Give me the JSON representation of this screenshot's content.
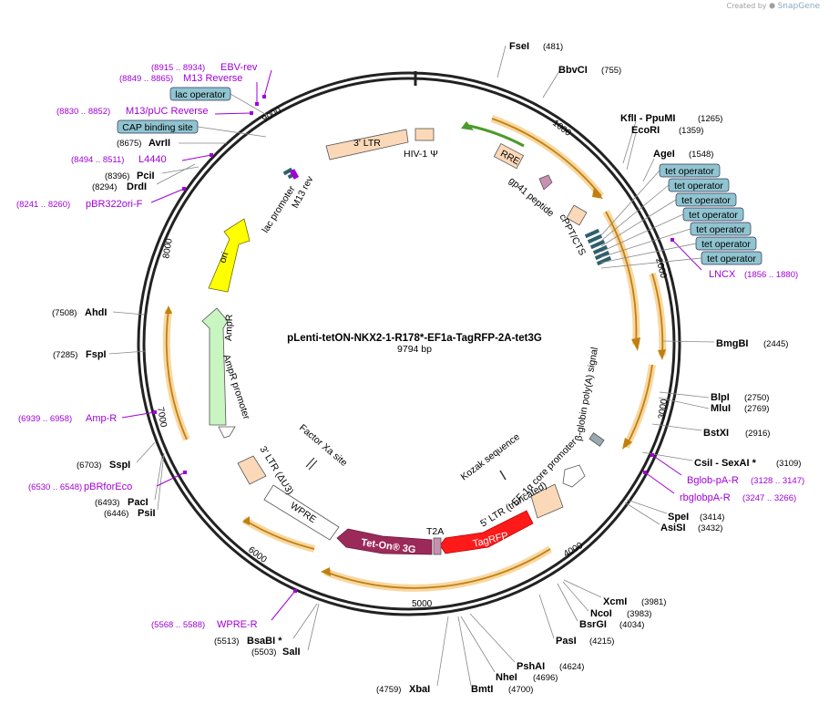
{
  "credit": {
    "prefix": "Created by",
    "brand": "SnapGene"
  },
  "plasmid": {
    "name": "pLenti-tetON-NKX2-1-R178*-EF1a-TagRFP-2A-tet3G",
    "length": "9794 bp"
  },
  "ticks": [
    "1000",
    "2000",
    "3000",
    "4000",
    "5000",
    "6000",
    "7000",
    "8000",
    "9000"
  ],
  "enzymes": [
    {
      "name": "FseI",
      "pos": "(481)"
    },
    {
      "name": "BbvCI",
      "pos": "(755)"
    },
    {
      "name": "KflI - PpuMI",
      "pos": "(1265)"
    },
    {
      "name": "EcoRI",
      "pos": "(1359)"
    },
    {
      "name": "AgeI",
      "pos": "(1548)"
    },
    {
      "name": "BmgBI",
      "pos": "(2445)"
    },
    {
      "name": "BlpI",
      "pos": "(2750)"
    },
    {
      "name": "MluI",
      "pos": "(2769)"
    },
    {
      "name": "BstXI",
      "pos": "(2916)"
    },
    {
      "name": "CsiI - SexAI *",
      "pos": "(3109)"
    },
    {
      "name": "SpeI",
      "pos": "(3414)"
    },
    {
      "name": "AsiSI",
      "pos": "(3432)"
    },
    {
      "name": "XcmI",
      "pos": "(3981)"
    },
    {
      "name": "NcoI",
      "pos": "(3983)"
    },
    {
      "name": "BsrGI",
      "pos": "(4034)"
    },
    {
      "name": "PasI",
      "pos": "(4215)"
    },
    {
      "name": "PshAI",
      "pos": "(4624)"
    },
    {
      "name": "NheI",
      "pos": "(4696)"
    },
    {
      "name": "BmtI",
      "pos": "(4700)"
    },
    {
      "name": "XbaI",
      "pos": "(4759)"
    },
    {
      "name": "BsaBI *",
      "pos": "(5513)"
    },
    {
      "name": "SalI",
      "pos": "(5503)"
    },
    {
      "name": "PacI",
      "pos": "(6493)"
    },
    {
      "name": "PsiI",
      "pos": "(6446)"
    },
    {
      "name": "SspI",
      "pos": "(6703)"
    },
    {
      "name": "FspI",
      "pos": "(7285)"
    },
    {
      "name": "AhdI",
      "pos": "(7508)"
    },
    {
      "name": "DrdI",
      "pos": "(8294)"
    },
    {
      "name": "PciI",
      "pos": "(8396)"
    },
    {
      "name": "AvrII",
      "pos": "(8675)"
    }
  ],
  "primers": [
    {
      "name": "EBV-rev",
      "range": "(8915 .. 8934)"
    },
    {
      "name": "M13 Reverse",
      "range": "(8849 .. 8865)"
    },
    {
      "name": "M13/pUC Reverse",
      "range": "(8830 .. 8852)"
    },
    {
      "name": "L4440",
      "range": "(8494 .. 8511)"
    },
    {
      "name": "pBR322ori-F",
      "range": "(8241 .. 8260)"
    },
    {
      "name": "LNCX",
      "range": "(1856 .. 1880)"
    },
    {
      "name": "Bglob-pA-R",
      "range": "(3128 .. 3147)"
    },
    {
      "name": "rbglobpA-R",
      "range": "(3247 .. 3266)"
    },
    {
      "name": "WPRE-R",
      "range": "(5568 .. 5588)"
    },
    {
      "name": "pBRforEco",
      "range": "(6530 .. 6548)"
    },
    {
      "name": "Amp-R",
      "range": "(6939 .. 6958)"
    }
  ],
  "boxed_features": {
    "outside": [
      "lac operator",
      "CAP binding site"
    ],
    "tet_operators": [
      "tet operator",
      "tet operator",
      "tet operator",
      "tet operator",
      "tet operator",
      "tet operator",
      "tet operator"
    ]
  },
  "features": {
    "ltr3": "3' LTR",
    "hiv_psi": "HIV-1 Ψ",
    "rre": "RRE",
    "gp41": "gp41 peptide",
    "cppt": "cPPT/CTS",
    "bglob_pa": "β-globin poly(A) signal",
    "ef1a": "EF-1α core promoter",
    "kozak": "Kozak sequence",
    "ltr5": "5' LTR (truncated)",
    "tagrfp": "TagRFP",
    "t2a": "T2A",
    "teton": "Tet-On® 3G",
    "wpre": "WPRE",
    "ltr3du3": "3' LTR (ΔU3)",
    "factor_xa": "Factor Xa site",
    "ampr": "AmpR",
    "ampr_promoter": "AmpR promoter",
    "ori": "ori",
    "lac_promoter": "lac promoter",
    "m13rev": "M13 rev"
  },
  "colors": {
    "backbone": "#222222",
    "orf": "#f2a020",
    "primer": "#a000d8",
    "ltr": "#fbd9b8",
    "teton": "#9b2a5a",
    "tagrfp": "#ff1a1a",
    "ori": "#ffff00",
    "ampr": "#c8f5c0",
    "operator_box": "#8fc4d0",
    "green_arrow": "#4c9a2a"
  }
}
